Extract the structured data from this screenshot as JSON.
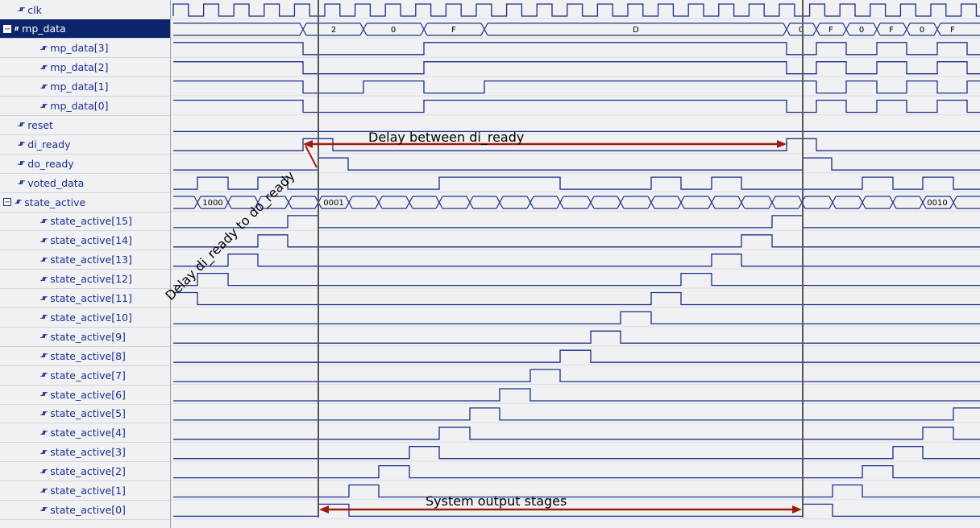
{
  "signals": [
    {
      "label": "clk",
      "indent": 1,
      "expander": false
    },
    {
      "label": "mp_data",
      "indent": 0,
      "expander": true,
      "selected": true,
      "bus": true
    },
    {
      "label": "mp_data[3]",
      "indent": 2,
      "expander": false
    },
    {
      "label": "mp_data[2]",
      "indent": 2,
      "expander": false
    },
    {
      "label": "mp_data[1]",
      "indent": 2,
      "expander": false
    },
    {
      "label": "mp_data[0]",
      "indent": 2,
      "expander": false
    },
    {
      "label": "reset",
      "indent": 1,
      "expander": false
    },
    {
      "label": "di_ready",
      "indent": 1,
      "expander": false
    },
    {
      "label": "do_ready",
      "indent": 1,
      "expander": false
    },
    {
      "label": "voted_data",
      "indent": 1,
      "expander": false
    },
    {
      "label": "state_active",
      "indent": 0,
      "expander": true
    },
    {
      "label": "state_active[15]",
      "indent": 2,
      "expander": false
    },
    {
      "label": "state_active[14]",
      "indent": 2,
      "expander": false
    },
    {
      "label": "state_active[13]",
      "indent": 2,
      "expander": false
    },
    {
      "label": "state_active[12]",
      "indent": 2,
      "expander": false
    },
    {
      "label": "state_active[11]",
      "indent": 2,
      "expander": false
    },
    {
      "label": "state_active[10]",
      "indent": 2,
      "expander": false
    },
    {
      "label": "state_active[9]",
      "indent": 2,
      "expander": false
    },
    {
      "label": "state_active[8]",
      "indent": 2,
      "expander": false
    },
    {
      "label": "state_active[7]",
      "indent": 2,
      "expander": false
    },
    {
      "label": "state_active[6]",
      "indent": 2,
      "expander": false
    },
    {
      "label": "state_active[5]",
      "indent": 2,
      "expander": false
    },
    {
      "label": "state_active[4]",
      "indent": 2,
      "expander": false
    },
    {
      "label": "state_active[3]",
      "indent": 2,
      "expander": false
    },
    {
      "label": "state_active[2]",
      "indent": 2,
      "expander": false
    },
    {
      "label": "state_active[1]",
      "indent": 2,
      "expander": false
    },
    {
      "label": "state_active[0]",
      "indent": 2,
      "expander": false
    }
  ],
  "bus_values": {
    "mp_data": [
      "2",
      "0",
      "F",
      "D",
      "0",
      "F",
      "0",
      "F",
      "0",
      "F"
    ],
    "state_active": [
      "1000",
      "0001",
      "0010"
    ]
  },
  "annotations": {
    "di_delay": "Delay between di_ready",
    "do_delay": "Delay di_ready to do_ready",
    "output_stages": "System output stages"
  },
  "colors": {
    "waveform": "#1a2e8a",
    "cursor": "#555555",
    "arrow": "#a01c0c",
    "selected_row": "#0b246b"
  }
}
